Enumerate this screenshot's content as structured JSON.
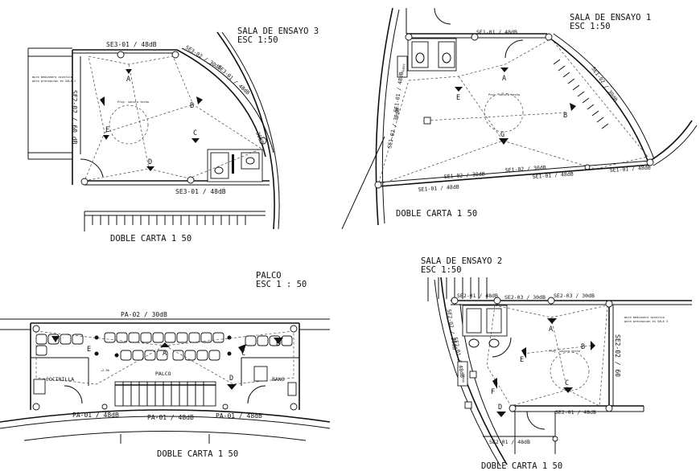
{
  "sheets": {
    "sala3": {
      "title_line1": "SALA DE ENSAYO 3",
      "title_line2": "ESC 1:50",
      "caption": "DOBLE CARTA 1 50",
      "wall_top": "SE3-01 / 48dB",
      "wall_bottom": "SE3-01 / 48dB",
      "wall_left": "SE2-02 / 60 dB",
      "wall_curve_a": "SE3-02 / 30dB",
      "wall_curve_b": "SE3-01 / 48dB",
      "wall_curve_c": "30dB",
      "note_line1": "muro medianero acustico",
      "note_line2": "para precepcion en SALA 2",
      "ceiling_label": "Proy. sonoro techo",
      "letters": [
        "A",
        "B",
        "C",
        "D",
        "E"
      ]
    },
    "sala1": {
      "title_line1": "SALA DE ENSAYO 1",
      "title_line2": "ESC 1:50",
      "caption": "DOBLE CARTA 1 50",
      "wall_top": "SE1-01 / 48dB",
      "wall_left_a": "SE1-02 / 30dB",
      "wall_left_b": "SE1-01 / 48dB",
      "wall_right": "SE1-02 / 30dB",
      "wall_bottom_a": "SE1-02 / 30dB",
      "wall_bottom_b": "SE1-02 / 30dB",
      "wall_bottom_c": "SE1-01 / 48dB",
      "wall_bottom_d": "SE1-01 / 48dB",
      "wall_bottom_e": "SE1-01 / 48dB",
      "shaft": "SHAFT",
      "ceiling_label": "Proy. sonoro techo",
      "letters": [
        "A",
        "B",
        "E",
        "G"
      ]
    },
    "palco": {
      "title_line1": "PALCO",
      "title_line2": "ESC 1 : 50",
      "caption": "DOBLE CARTA 1 50",
      "wall_top": "PA-02 / 30dB",
      "wall_bottom_a": "PA-01 / 48dB",
      "wall_bottom_b": "PA-01 / 48dB",
      "wall_bottom_c": "PA-01 / 48dB",
      "room_kitchen": "COCINILLA",
      "room_center": "PALCO",
      "room_bath": "BANO",
      "level": "+2.90",
      "letters": [
        "A",
        "B",
        "C",
        "D",
        "E"
      ]
    },
    "sala2": {
      "title_line1": "SALA DE ENSAYO 2",
      "title_line2": "ESC 1:50",
      "caption": "DOBLE CARTA 1 50",
      "wall_top_a": "SE2-01 / 48dB",
      "wall_top_b": "SE2-03 / 30dB",
      "wall_top_c": "SE2-03 / 30dB",
      "wall_right": "SE2-02 / 60",
      "wall_left_a": "SE2-02 / 30dB",
      "wall_left_b": "SE2-01 / 48dB",
      "wall_bottom_a": "SE2-01 / 48dB",
      "wall_bottom_b": "SE2-01 / 48dB",
      "shaft": "SHAFT",
      "note_line1": "muro medianero acustico",
      "note_line2": "para precepcion en SALA 3",
      "ceiling_label": "Proy. sonoro techo",
      "letters": [
        "A",
        "B",
        "C",
        "D",
        "E",
        "F"
      ]
    }
  }
}
